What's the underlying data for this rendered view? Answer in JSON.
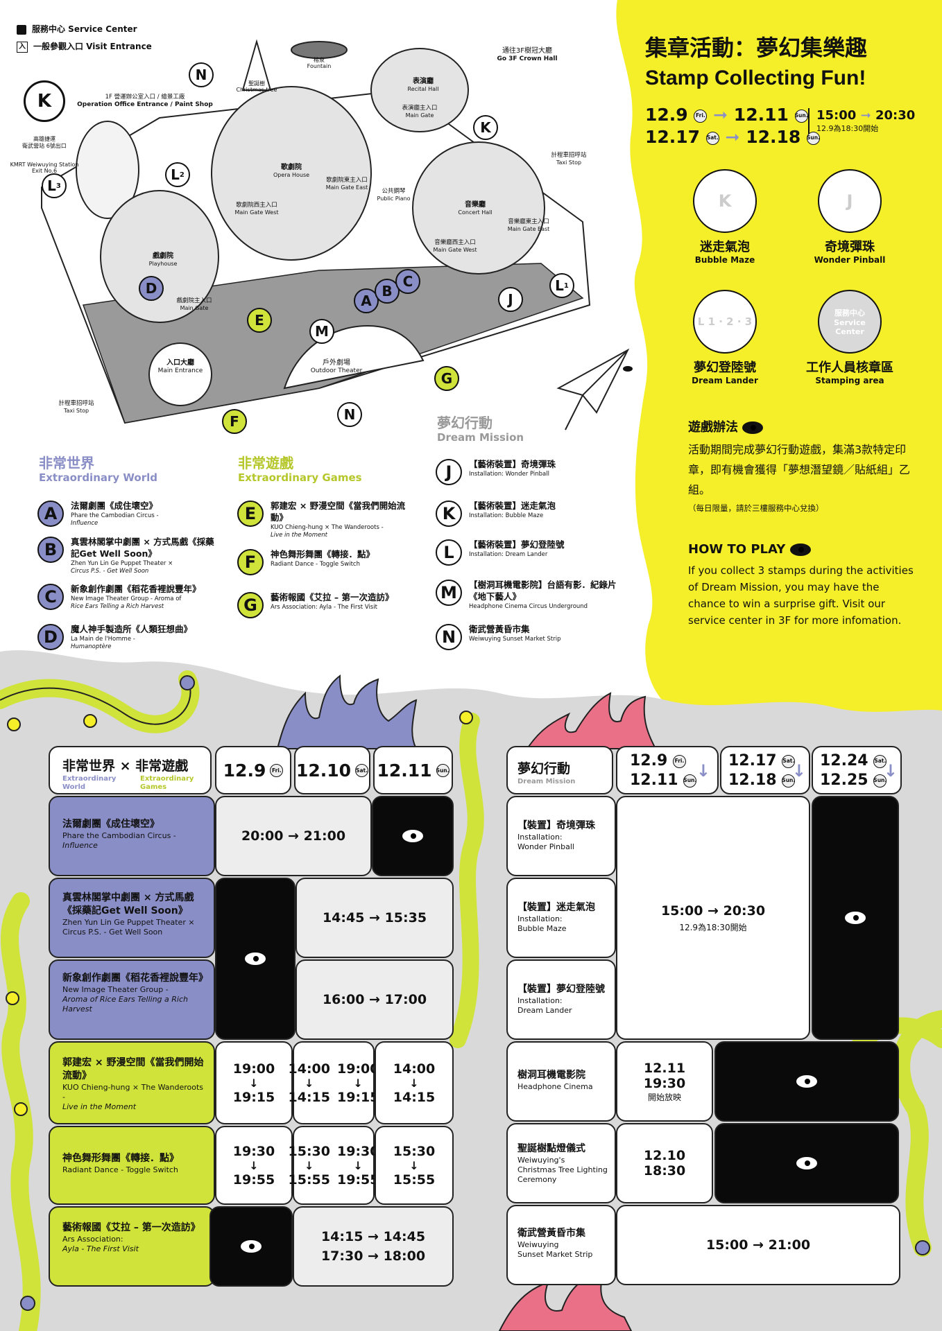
{
  "legend": {
    "service_center": "服務中心 Service Center",
    "visit_entrance": "一般參觀入口 Visit Entrance",
    "entrance_char": "入"
  },
  "map": {
    "kmrt": {
      "zh": "高雄捷運\n衛武營站 6號出口",
      "en": "KMRT Weiwuying Station\nExit No.6"
    },
    "office": {
      "zh": "1F 營運辦公室入口 / 繪景工廠",
      "en": "Operation Office Entrance / Paint Shop"
    },
    "christmas_tree": {
      "zh": "聖誕樹",
      "en": "Christmas tree"
    },
    "fountain": {
      "zh": "榕泉",
      "en": "Fountain"
    },
    "crown_hall": {
      "zh": "通往3F樹冠大廳",
      "en": "Go 3F Crown Hall"
    },
    "recital_hall": {
      "zh": "表演廳",
      "en": "Recital Hall"
    },
    "recital_gate": {
      "zh": "表演廳主入口",
      "en": "Main Gate"
    },
    "opera_house": {
      "zh": "歌劇院",
      "en": "Opera House"
    },
    "opera_east": {
      "zh": "歌劇院東主入口",
      "en": "Main Gate East"
    },
    "opera_west": {
      "zh": "歌劇院西主入口",
      "en": "Main Gate West"
    },
    "public_piano": {
      "zh": "公共鋼琴",
      "en": "Public Piano"
    },
    "concert_hall": {
      "zh": "音樂廳",
      "en": "Concert Hall"
    },
    "concert_east": {
      "zh": "音樂廳東主入口",
      "en": "Main Gate East"
    },
    "concert_west": {
      "zh": "音樂廳西主入口",
      "en": "Main Gate West"
    },
    "taxi_stop": {
      "zh": "計程車招呼站",
      "en": "Taxi Stop"
    },
    "playhouse": {
      "zh": "戲劇院",
      "en": "Playhouse"
    },
    "playhouse_gate": {
      "zh": "戲劇院主入口",
      "en": "Main Gate"
    },
    "main_entrance": {
      "zh": "入口大廳",
      "en": "Main Entrance"
    },
    "outdoor_theater": {
      "zh": "戶外劇場",
      "en": "Outdoor Theater"
    },
    "markers": [
      "N",
      "K",
      "L",
      "J",
      "M",
      "N",
      "A",
      "B",
      "C",
      "D",
      "E",
      "F",
      "G"
    ],
    "L_sub": [
      "3",
      "2",
      "1"
    ]
  },
  "stamp": {
    "title_zh": "集章活動：夢幻集樂趣",
    "title_en": "Stamp Collecting Fun!",
    "d1": "12.9",
    "d1_day": "Fri.",
    "d2": "12.11",
    "d2_day": "Sun.",
    "d3": "12.17",
    "d3_day": "Sat.",
    "d4": "12.18",
    "d4_day": "Sun.",
    "t1": "15:00",
    "t2": "20:30",
    "note": "12.9為18:30開始",
    "stamps": [
      {
        "letter": "K",
        "zh": "迷走氣泡",
        "en": "Bubble Maze"
      },
      {
        "letter": "J",
        "zh": "奇境彈珠",
        "en": "Wonder Pinball"
      },
      {
        "letter": "L 1 · 2 · 3",
        "zh": "夢幻登陸號",
        "en": "Dream Lander"
      },
      {
        "letter": "服務中心 Service Center",
        "zh": "工作人員核章區",
        "en": "Stamping area"
      }
    ],
    "howto_zh_title": "遊戲辦法",
    "howto_zh": "活動期間完成夢幻行動遊戲，集滿3款特定印章，即有機會獲得「夢想潛望鏡／貼紙組」乙組。",
    "howto_zh_note": "（每日限量，請於三樓服務中心兌換）",
    "howto_en_title": "HOW TO PLAY",
    "howto_en": "If you collect 3 stamps during the activities of Dream Mission, you may have the chance to win a surprise gift. Visit our service center in 3F for more infomation."
  },
  "sections": {
    "world": {
      "zh": "非常世界",
      "en": "Extraordinary World"
    },
    "games": {
      "zh": "非常遊戲",
      "en": "Extraordinary Games"
    },
    "mission": {
      "zh": "夢幻行動",
      "en": "Dream Mission"
    }
  },
  "world_items": [
    {
      "b": "A",
      "zh": "法爾劇團《成住壞空》",
      "en": "Phare the Cambodian Circus -",
      "en2": "Influence"
    },
    {
      "b": "B",
      "zh": "真雲林閣掌中劇團 × 方式馬戲《採藥記Get Well Soon》",
      "en": "Zhen Yun Lin Ge Puppet Theater ×",
      "en2": "Circus P.S. - Get Well Soon"
    },
    {
      "b": "C",
      "zh": "新象創作劇團《稻花香裡說豐年》",
      "en": "New Image Theater Group - Aroma of",
      "en2": "Rice Ears Telling a Rich Harvest"
    },
    {
      "b": "D",
      "zh": "魔人神手製造所《人類狂想曲》",
      "en": "La Main de l'Homme -",
      "en2": "Humanoptère"
    }
  ],
  "games_items": [
    {
      "b": "E",
      "zh": "郭建宏 × 野漫空間《當我們開始流動》",
      "en": "KUO Chieng-hung × The Wanderoots -",
      "en2": "Live in the Moment"
    },
    {
      "b": "F",
      "zh": "神色舞形舞團《轉接．點》",
      "en": "Radiant Dance - Toggle Switch",
      "en2": ""
    },
    {
      "b": "G",
      "zh": "藝術報國《艾拉 – 第一次造訪》",
      "en": "Ars Association: Ayla - The First Visit",
      "en2": ""
    }
  ],
  "mission_items": [
    {
      "b": "J",
      "zh": "【藝術裝置】奇境彈珠",
      "en": "Installation: Wonder Pinball"
    },
    {
      "b": "K",
      "zh": "【藝術裝置】迷走氣泡",
      "en": "Installation: Bubble Maze"
    },
    {
      "b": "L",
      "zh": "【藝術裝置】夢幻登陸號",
      "en": "Installation: Dream Lander"
    },
    {
      "b": "M",
      "zh": "【樹洞耳機電影院】台語有影．紀錄片《地下藝人》",
      "en": "Headphone Cinema Circus Underground"
    },
    {
      "b": "N",
      "zh": "衛武營黃昏市集",
      "en": "Weiwuying Sunset Market Strip"
    }
  ],
  "left_table": {
    "head_zh": "非常世界 × 非常遊戲",
    "head_en1": "Extraordinary World",
    "head_en2": "Extraordinary Games",
    "dates": [
      {
        "d": "12.9",
        "day": "Fri."
      },
      {
        "d": "12.10",
        "day": "Sat."
      },
      {
        "d": "12.11",
        "day": "Sun."
      }
    ],
    "rows": [
      {
        "zh": "法爾劇團《成住壞空》",
        "en": "Phare the Cambodian Circus -",
        "en2": "Influence",
        "time": "20:00 → 21:00"
      },
      {
        "zh": "真雲林閣掌中劇團 × 方式馬戲《採藥記Get Well Soon》",
        "en": "Zhen Yun Lin Ge Puppet Theater ×",
        "en2": "Circus P.S. - Get Well Soon",
        "time": "14:45 → 15:35"
      },
      {
        "zh": "新象創作劇團《稻花香裡說豐年》",
        "en": "New Image Theater Group -",
        "en2": "Aroma of Rice Ears Telling a Rich Harvest",
        "time": "16:00 → 17:00"
      },
      {
        "zh": "郭建宏 × 野漫空間《當我們開始流動》",
        "en": "KUO Chieng-hung × The Wanderoots -",
        "en2": "Live in the Moment",
        "times": [
          [
            "19:00",
            "19:15"
          ],
          [
            "14:00",
            "14:15"
          ],
          [
            "19:00",
            "19:15"
          ],
          [
            "14:00",
            "14:15"
          ]
        ]
      },
      {
        "zh": "神色舞形舞團《轉接．點》",
        "en": "Radiant Dance - Toggle Switch",
        "en2": "",
        "times": [
          [
            "19:30",
            "19:55"
          ],
          [
            "15:30",
            "15:55"
          ],
          [
            "19:30",
            "19:55"
          ],
          [
            "15:30",
            "15:55"
          ]
        ]
      },
      {
        "zh": "藝術報國《艾拉 – 第一次造訪》",
        "en": "Ars Association:",
        "en2": "Ayla - The First Visit",
        "time": "14:15 → 14:45",
        "time2": "17:30 → 18:00"
      }
    ]
  },
  "right_table": {
    "head_zh": "夢幻行動",
    "head_en": "Dream Mission",
    "dates": [
      {
        "a": "12.9",
        "ad": "Fri.",
        "b": "12.11",
        "bd": "Sun."
      },
      {
        "a": "12.17",
        "ad": "Sat.",
        "b": "12.18",
        "bd": "Sun."
      },
      {
        "a": "12.24",
        "ad": "Sat.",
        "b": "12.25",
        "bd": "Sun."
      }
    ],
    "rows": [
      {
        "zh": "【裝置】奇境彈珠",
        "en": "Installation:",
        "en2": "Wonder Pinball"
      },
      {
        "zh": "【裝置】迷走氣泡",
        "en": "Installation:",
        "en2": "Bubble Maze"
      },
      {
        "zh": "【裝置】夢幻登陸號",
        "en": "Installation:",
        "en2": "Dream Lander"
      },
      {
        "zh": "樹洞耳機電影院",
        "en": "Headphone Cinema",
        "en2": ""
      },
      {
        "zh": "聖誕樹點燈儀式",
        "en": "Weiwuying's",
        "en2": "Christmas Tree Lighting Ceremony"
      },
      {
        "zh": "衛武營黃昏市集",
        "en": "Weiwuying",
        "en2": "Sunset Market Strip"
      }
    ],
    "inst_time": "15:00 → 20:30",
    "inst_note": "12.9為18:30開始",
    "cinema_d": "12.11",
    "cinema_t": "19:30",
    "cinema_n": "開始放映",
    "tree_d": "12.10",
    "tree_t": "18:30",
    "market_time": "15:00 → 21:00"
  },
  "colors": {
    "yellow": "#f5ef2a",
    "purple": "#8a8ec6",
    "lime": "#cfe33a",
    "gray": "#d9d9d9"
  }
}
